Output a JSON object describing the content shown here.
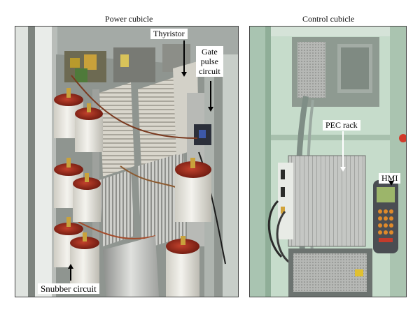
{
  "captions": {
    "left": "Power cubicle",
    "right": "Control cubicle"
  },
  "power_cubicle": {
    "labels": {
      "thyristor": "Thyristor",
      "gate_pulse_circuit": [
        "Gate",
        "pulse",
        "circuit"
      ],
      "snubber_circuit": "Snubber circuit"
    }
  },
  "control_cubicle": {
    "labels": {
      "pec_rack": "PEC rack",
      "hmi": "HMI"
    }
  },
  "colors": {
    "cabinet_green": "#b9d3c0",
    "capacitor_red": "#9c2a1c",
    "capacitor_white": "#ecebe4",
    "heatsink_silver": "#c7c9c6",
    "hmi_orange": "#e08a2a"
  }
}
